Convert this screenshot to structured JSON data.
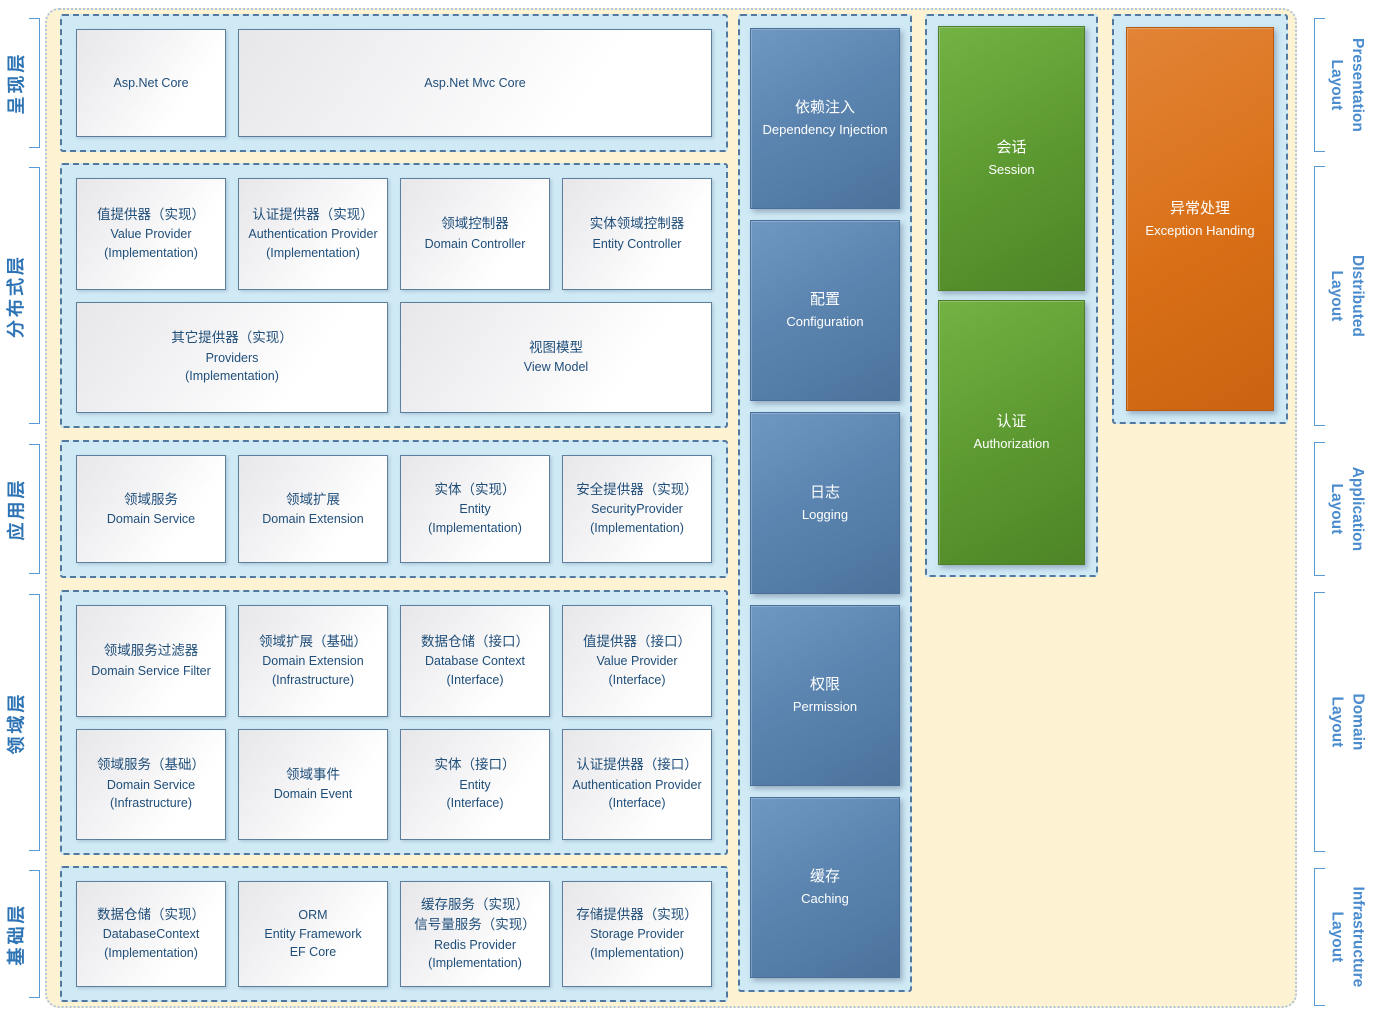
{
  "colors": {
    "page_background": "#ffffff",
    "panel_yellow_fill": "#fdf3d2",
    "panel_yellow_dotted_border": "#aec6dd",
    "container_light_blue_fill": "#cfe9f5",
    "container_dashed_border": "#53789f",
    "white_box_border": "#5e7e9e",
    "white_box_text": "#1f4e79",
    "blue_box_fill": "#5b85b0",
    "green_box_fill": "#5d9a31",
    "orange_box_fill": "#d97018",
    "rail_label_left_blue": "#2e74b5",
    "rail_label_right_blue": "#4a8cce"
  },
  "left_rail": [
    {
      "zh": "呈现层"
    },
    {
      "zh": "分布式层"
    },
    {
      "zh": "应用层"
    },
    {
      "zh": "领域层"
    },
    {
      "zh": "基础层"
    }
  ],
  "right_rail": [
    {
      "line1": "Presentation",
      "line2": "Layout"
    },
    {
      "line1": "DIstributed",
      "line2": "Layout"
    },
    {
      "line1": "Application",
      "line2": "Layout"
    },
    {
      "line1": "Domain",
      "line2": "Layout"
    },
    {
      "line1": "Infrastructure",
      "line2": "Layout"
    }
  ],
  "layers": [
    {
      "id": "presentation",
      "rows": [
        [
          {
            "name": "asp-net-core-box",
            "lines": [
              "Asp.Net Core"
            ]
          },
          {
            "name": "asp-net-mvc-core-box",
            "w": "fill",
            "lines": [
              "Asp.Net Mvc Core"
            ]
          }
        ]
      ]
    },
    {
      "id": "distributed",
      "rows": [
        [
          {
            "name": "value-provider-impl-box",
            "lines": [
              "值提供器（实现）",
              "Value Provider",
              "(Implementation)"
            ]
          },
          {
            "name": "authentication-provider-impl-box",
            "lines": [
              "认证提供器（实现）",
              "Authentication Provider",
              "(Implementation)"
            ]
          },
          {
            "name": "domain-controller-box",
            "lines": [
              "领域控制器",
              "Domain Controller"
            ]
          },
          {
            "name": "entity-controller-box",
            "lines": [
              "实体领域控制器",
              "Entity Controller"
            ]
          }
        ],
        [
          {
            "name": "providers-impl-box",
            "w": "wide",
            "lines": [
              "其它提供器（实现）",
              "Providers",
              "(Implementation)"
            ]
          },
          {
            "name": "view-model-box",
            "w": "wide",
            "lines": [
              "视图模型",
              "View Model"
            ]
          }
        ]
      ]
    },
    {
      "id": "application",
      "rows": [
        [
          {
            "name": "domain-service-box",
            "lines": [
              "领域服务",
              "Domain Service"
            ]
          },
          {
            "name": "domain-extension-box",
            "lines": [
              "领域扩展",
              "Domain Extension"
            ]
          },
          {
            "name": "entity-impl-box",
            "lines": [
              "实体（实现）",
              "Entity",
              "(Implementation)"
            ]
          },
          {
            "name": "security-provider-impl-box",
            "lines": [
              "安全提供器（实现）",
              "SecurityProvider",
              "(Implementation)"
            ]
          }
        ]
      ]
    },
    {
      "id": "domain",
      "rows": [
        [
          {
            "name": "domain-service-filter-box",
            "lines": [
              "领域服务过滤器",
              "Domain Service Filter"
            ]
          },
          {
            "name": "domain-extension-infra-box",
            "lines": [
              "领域扩展（基础）",
              "Domain Extension",
              "(Infrastructure)"
            ]
          },
          {
            "name": "database-context-interface-box",
            "lines": [
              "数据仓储（接口）",
              "Database Context",
              "(Interface)"
            ]
          },
          {
            "name": "value-provider-interface-box",
            "lines": [
              "值提供器（接口）",
              "Value Provider",
              "(Interface)"
            ]
          }
        ],
        [
          {
            "name": "domain-service-infra-box",
            "lines": [
              "领域服务（基础）",
              "Domain Service",
              "(Infrastructure)"
            ]
          },
          {
            "name": "domain-event-box",
            "lines": [
              "领域事件",
              "Domain Event"
            ]
          },
          {
            "name": "entity-interface-box",
            "lines": [
              "实体（接口）",
              "Entity",
              "(Interface)"
            ]
          },
          {
            "name": "authentication-provider-interface-box",
            "lines": [
              "认证提供器（接口）",
              "Authentication Provider",
              "(Interface)"
            ]
          }
        ]
      ]
    },
    {
      "id": "infrastructure",
      "rows": [
        [
          {
            "name": "database-context-impl-box",
            "lines": [
              "数据仓储（实现）",
              "DatabaseContext",
              "(Implementation)"
            ]
          },
          {
            "name": "orm-ef-core-box",
            "lines": [
              "ORM",
              "Entity Framework",
              "EF Core"
            ]
          },
          {
            "name": "redis-provider-impl-box",
            "lines": [
              "缓存服务（实现）",
              "信号量服务（实现）",
              "Redis Provider",
              "(Implementation)"
            ]
          },
          {
            "name": "storage-provider-impl-box",
            "lines": [
              "存储提供器（实现）",
              "Storage Provider",
              "(Implementation)"
            ]
          }
        ]
      ]
    }
  ],
  "cross_cutting": {
    "middle_column": [
      {
        "name": "dependency-injection-box",
        "lines": [
          "依赖注入",
          "Dependency Injection"
        ]
      },
      {
        "name": "configuration-box",
        "lines": [
          "配置",
          "Configuration"
        ]
      },
      {
        "name": "logging-box",
        "lines": [
          "日志",
          "Logging"
        ]
      },
      {
        "name": "permission-box",
        "lines": [
          "权限",
          "Permission"
        ]
      },
      {
        "name": "caching-box",
        "lines": [
          "缓存",
          "Caching"
        ]
      }
    ],
    "session_column": [
      {
        "name": "session-box",
        "lines": [
          "会话",
          "Session"
        ]
      },
      {
        "name": "authorization-box",
        "lines": [
          "认证",
          "Authorization"
        ]
      }
    ],
    "exception_column": [
      {
        "name": "exception-handling-box",
        "lines": [
          "异常处理",
          "Exception Handing"
        ]
      }
    ]
  }
}
